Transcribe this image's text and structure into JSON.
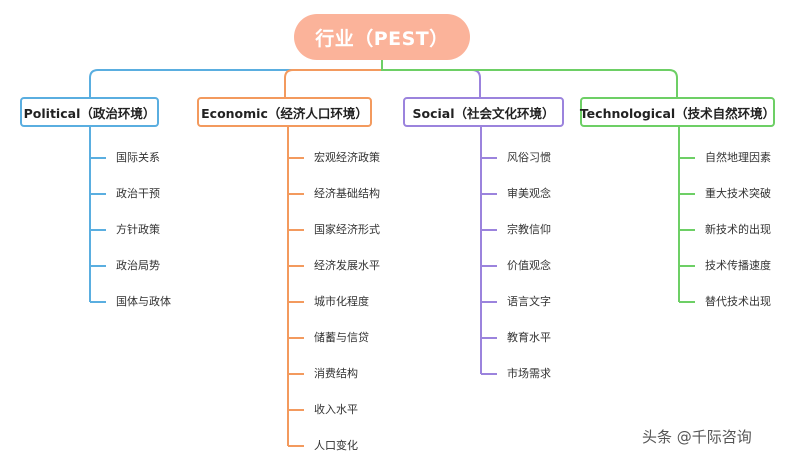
{
  "root": {
    "label": "行业（PEST）"
  },
  "branches": [
    {
      "label": "Political（政治环境）",
      "color": "#5aaee0",
      "items": [
        "国际关系",
        "政治干预",
        "方针政策",
        "政治局势",
        "国体与政体"
      ]
    },
    {
      "label": "Economic（经济人口环境）",
      "color": "#f39a5e",
      "items": [
        "宏观经济政策",
        "经济基础结构",
        "国家经济形式",
        "经济发展水平",
        "城市化程度",
        "储蓄与信贷",
        "消费结构",
        "收入水平",
        "人口变化"
      ]
    },
    {
      "label": "Social（社会文化环境）",
      "color": "#9b83dd",
      "items": [
        "风俗习惯",
        "审美观念",
        "宗教信仰",
        "价值观念",
        "语言文字",
        "教育水平",
        "市场需求"
      ]
    },
    {
      "label": "Technological（技术自然环境）",
      "color": "#6dcf65",
      "items": [
        "自然地理因素",
        "重大技术突破",
        "新技术的出现",
        "技术传播速度",
        "替代技术出现"
      ]
    }
  ],
  "watermark": {
    "label": "头条 @千际咨询"
  }
}
